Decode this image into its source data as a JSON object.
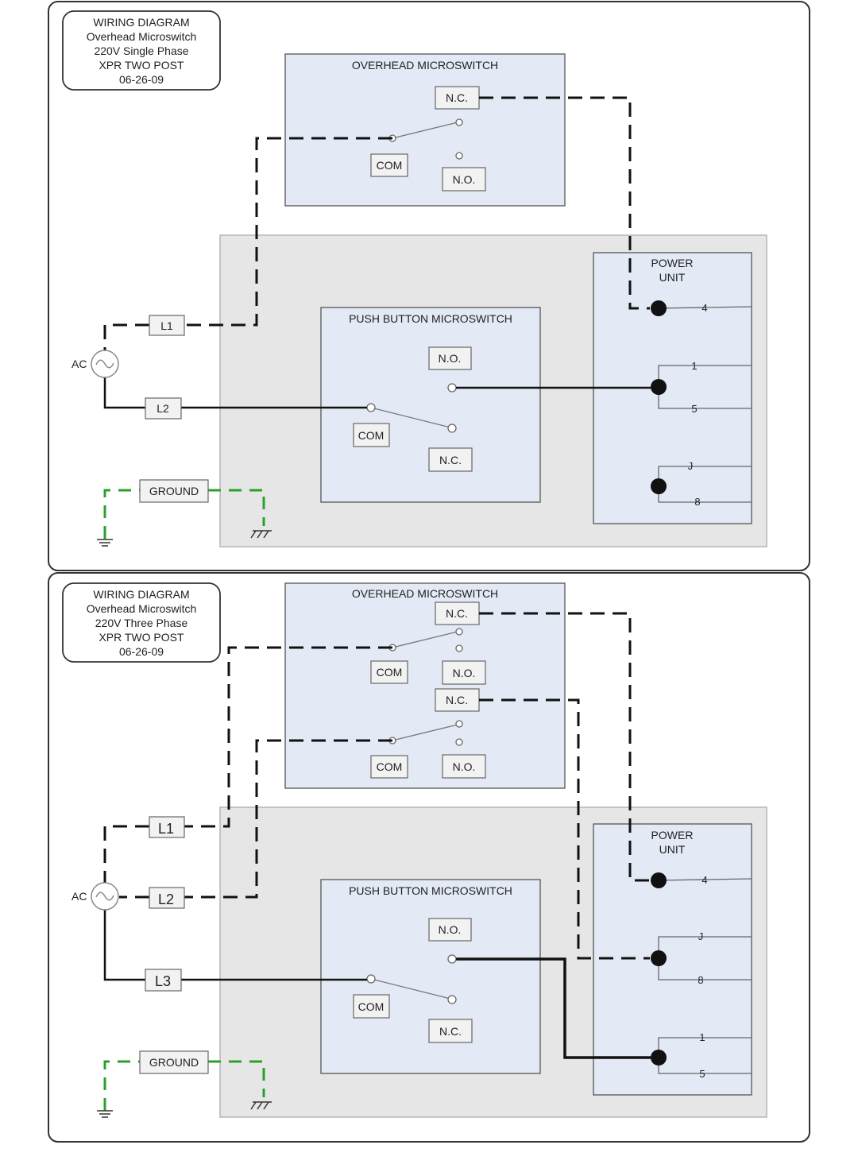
{
  "diagram1": {
    "title_lines": [
      "WIRING DIAGRAM",
      "Overhead Microswitch",
      "220V Single Phase",
      "XPR TWO POST",
      "06-26-09"
    ],
    "overhead_title": "OVERHEAD MICROSWITCH",
    "overhead_nc": "N.C.",
    "overhead_com": "COM",
    "overhead_no": "N.O.",
    "pushbutton_title": "PUSH BUTTON  MICROSWITCH",
    "pb_no": "N.O.",
    "pb_com": "COM",
    "pb_nc": "N.C.",
    "power_unit_lines": [
      "POWER",
      "UNIT"
    ],
    "terminals": [
      "4",
      "1",
      "5",
      "J",
      "8"
    ],
    "ac": "AC",
    "l1": "L1",
    "l2": "L2",
    "ground": "GROUND"
  },
  "diagram2": {
    "title_lines": [
      "WIRING DIAGRAM",
      "Overhead Microswitch",
      "220V Three Phase",
      "XPR TWO POST",
      "06-26-09"
    ],
    "overhead_title": "OVERHEAD MICROSWITCH",
    "sw1_nc": "N.C.",
    "sw1_com": "COM",
    "sw1_no": "N.O.",
    "sw2_nc": "N.C.",
    "sw2_com": "COM",
    "sw2_no": "N.O.",
    "pushbutton_title": "PUSH BUTTON  MICROSWITCH",
    "pb_no": "N.O.",
    "pb_com": "COM",
    "pb_nc": "N.C.",
    "power_unit_lines": [
      "POWER",
      "UNIT"
    ],
    "terminals": [
      "4",
      "J",
      "8",
      "1",
      "5"
    ],
    "ac": "AC",
    "l1": "L1",
    "l2": "L2",
    "l3": "L3",
    "ground": "GROUND"
  },
  "colors": {
    "enclosure": "#e6e6e6",
    "switch_box": "#e3eaf5",
    "ground_wire": "#2aa02a",
    "wire": "#111111"
  }
}
